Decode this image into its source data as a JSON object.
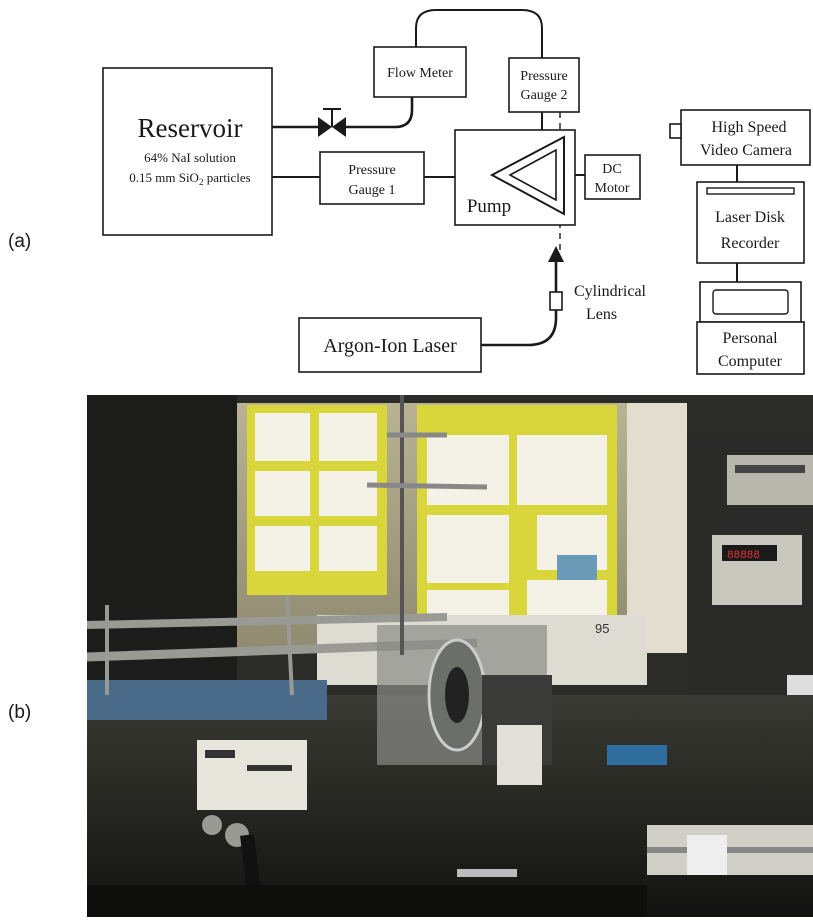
{
  "panel_a": {
    "label": "(a)",
    "reservoir": {
      "title": "Reservoir",
      "line1": "64% NaI solution",
      "line2_prefix": "0.15 mm SiO",
      "line2_sub": "2",
      "line2_suffix": " particles"
    },
    "flow_meter": "Flow Meter",
    "pressure_gauge_1": {
      "line1": "Pressure",
      "line2": "Gauge 1"
    },
    "pressure_gauge_2": {
      "line1": "Pressure",
      "line2": "Gauge 2"
    },
    "pump": "Pump",
    "dc_motor": {
      "line1": "DC",
      "line2": "Motor"
    },
    "camera": {
      "line1": "High Speed",
      "line2": "Video Camera"
    },
    "recorder": {
      "line1": "Laser Disk",
      "line2": "Recorder"
    },
    "computer": {
      "line1": "Personal",
      "line2": "Computer"
    },
    "laser": "Argon-Ion Laser",
    "lens": {
      "line1": "Cylindrical",
      "line2": "Lens"
    }
  },
  "panel_b": {
    "label": "(b)",
    "photo_colors": {
      "wall": "#c9c2a6",
      "poster": "#d9d63b",
      "bench": "#1e1f1c",
      "rack": "#2a2a28"
    },
    "digits": "95"
  }
}
